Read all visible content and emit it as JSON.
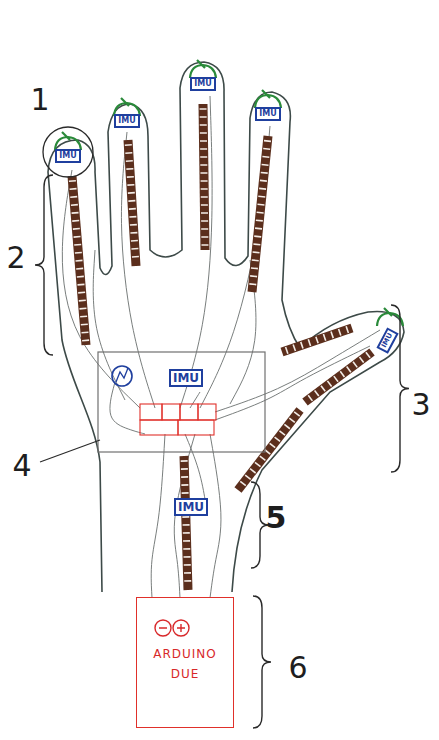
{
  "diagram": {
    "nodes": [
      {
        "text": [
          "IMU"
        ]
      },
      {
        "text": [
          "IMU"
        ]
      },
      {
        "text": [
          "IMU"
        ]
      },
      {
        "text": [
          "IMU"
        ]
      },
      {
        "text": [
          "IMU"
        ]
      },
      {
        "text": [
          "IMU"
        ]
      },
      {
        "text": [
          "IMU"
        ]
      },
      {
        "text": [
          "ARDUINO DUE"
        ]
      }
    ],
    "labels": [
      "1",
      "2",
      "3",
      "4",
      "5",
      "6"
    ]
  }
}
